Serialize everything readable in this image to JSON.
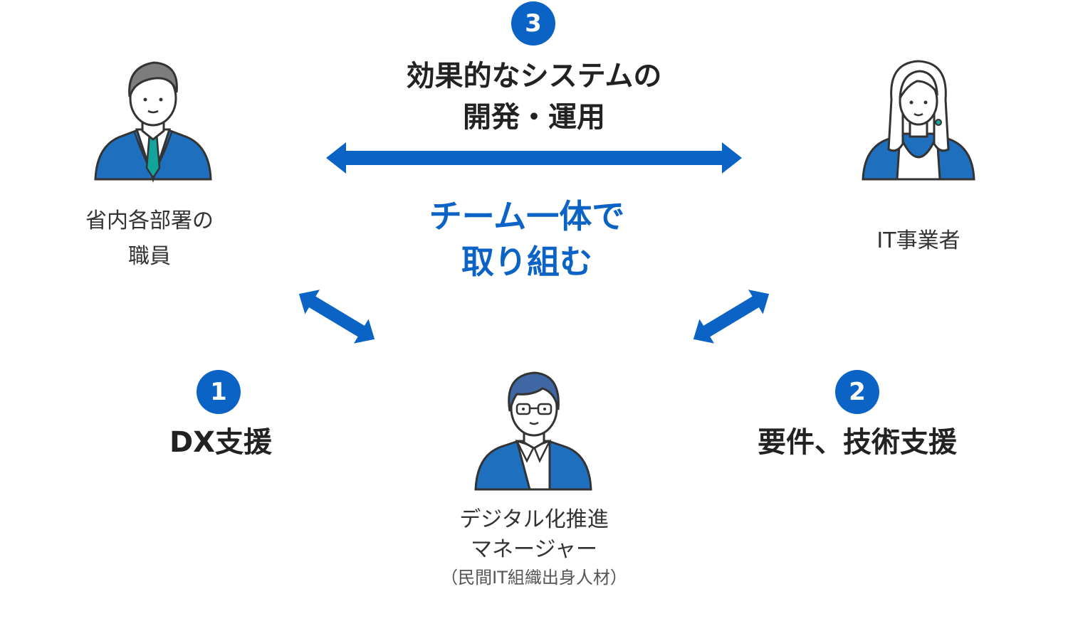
{
  "top": {
    "number": "3",
    "title_line1": "効果的なシステムの",
    "title_line2": "開発・運用"
  },
  "center": {
    "line1": "チーム一体で",
    "line2": "取り組む"
  },
  "left_person": {
    "line1": "省内各部署の",
    "line2": "職員"
  },
  "right_person": {
    "line1": "IT事業者"
  },
  "bottom_person": {
    "line1": "デジタル化推進",
    "line2": "マネージャー",
    "line3": "（民間IT組織出身人材）"
  },
  "left_support": {
    "number": "1",
    "label": "DX支援"
  },
  "right_support": {
    "number": "2",
    "label": "要件、技術支援"
  },
  "colors": {
    "accent": "#0b63c5",
    "suit": "#1f6fbf",
    "tie": "#13a59b",
    "hair_left": "#7d7d7d",
    "hair_bottom": "#3f67a3"
  },
  "icons": [
    "businessman-icon",
    "businesswoman-icon",
    "manager-with-glasses-icon",
    "double-arrow-icon"
  ]
}
